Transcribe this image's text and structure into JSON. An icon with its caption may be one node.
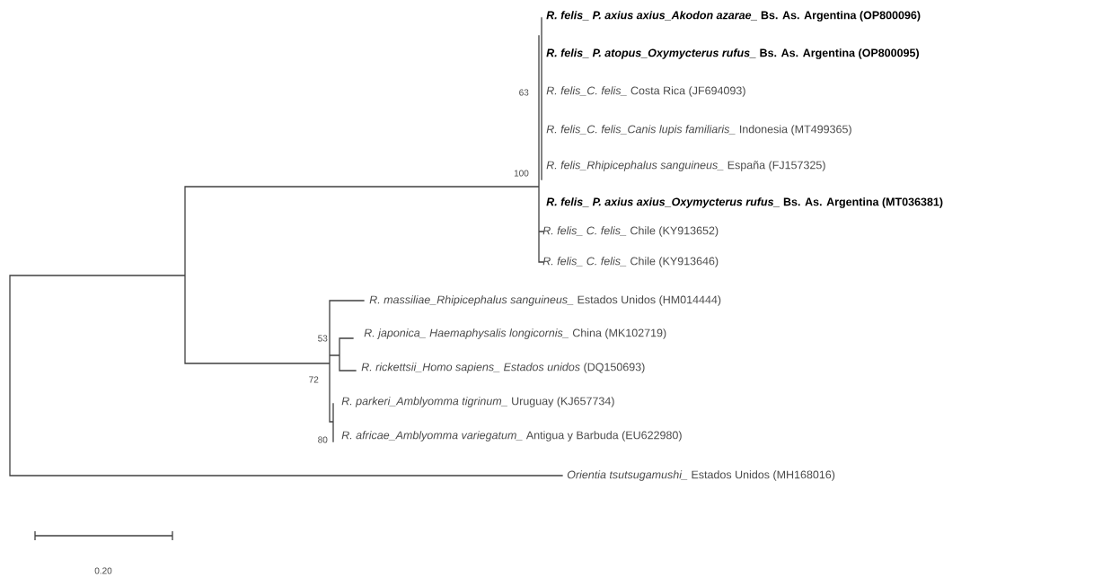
{
  "diagram": {
    "labels": [
      "*R. felis_ P. axius axius_Akodon azarae_* Bs. As. Argentina (OP800096)",
      "*R. felis_ P. atopus_Oxymycterus rufus_* Bs. As. Argentina (OP800095)",
      "63",
      "*R. felis_C. felis_* Costa Rica (JF694093)",
      "*R. felis_C. felis_Canis lupis familiaris_* Indonesia (MT499365)",
      "*R. felis_Rhipicephalus sanguineus_* España (FJ157325)",
      "100",
      "*R. felis_ P. axius axius_Oxymycterus rufus_* Bs. As. Argentina (MT036381)",
      "*R. felis_ C. felis_* Chile (KY913652)",
      "*R. felis_ C. felis_* Chile (KY913646)",
      "*R. massiliae_Rhipicephalus sanguineus_* Estados Unidos (HM014444)",
      "53",
      "*R. japonica_ Haemaphysalis longicornis_* China (MK102719)",
      "*R. rickettsii_Homo sapiens_ Estados unidos* (DQ150693)",
      "72",
      "*R. parkeri_Amblyomma tigrinum_* Uruguay (KJ657734)",
      "80",
      "*R. africae_Amblyomma variegatum_* Antigua y Barbuda (EU622980)",
      "*Orientia tsutsugamushi_* Estados Unidos (MH168016)",
      "0.20"
    ]
  }
}
